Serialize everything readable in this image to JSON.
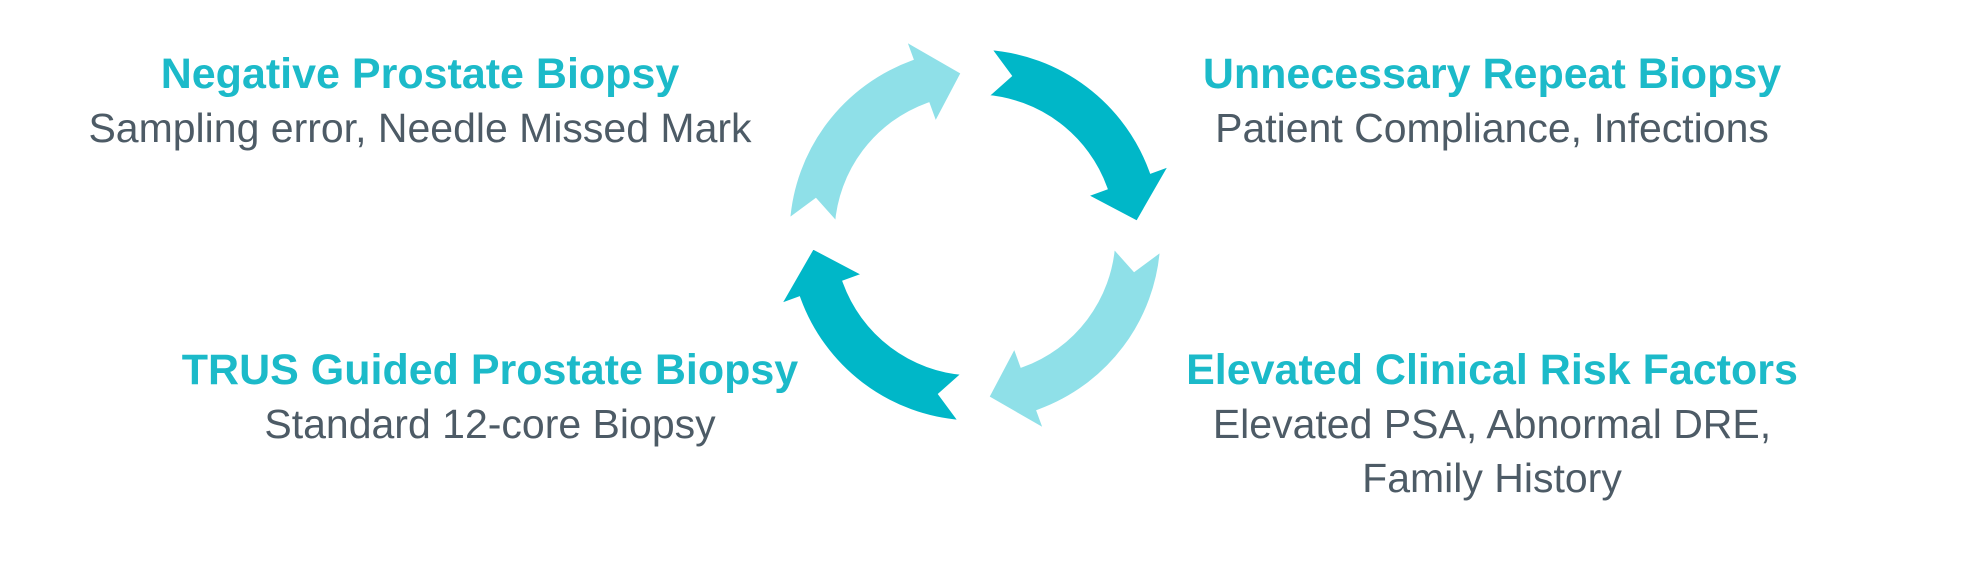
{
  "colors": {
    "title": "#1cbac9",
    "desc": "#4d5b66",
    "arrow_dark": "#00b7c8",
    "arrow_light": "#8fe0e8",
    "background": "#ffffff"
  },
  "steps": [
    {
      "title": "Negative Prostate Biopsy",
      "lines": [
        "Sampling error, Needle Missed Mark"
      ]
    },
    {
      "title": "Unnecessary Repeat Biopsy",
      "lines": [
        "Patient Compliance, Infections"
      ]
    },
    {
      "title": "Elevated Clinical Risk Factors",
      "lines": [
        "Elevated PSA, Abnormal DRE,",
        "Family History"
      ]
    },
    {
      "title": "TRUS Guided Prostate Biopsy",
      "lines": [
        "Standard 12-core Biopsy"
      ]
    }
  ],
  "cycle": {
    "arrows": [
      {
        "name": "top-right",
        "shade": "dark"
      },
      {
        "name": "bottom-right",
        "shade": "light"
      },
      {
        "name": "bottom-left",
        "shade": "dark"
      },
      {
        "name": "top-left",
        "shade": "light"
      }
    ]
  }
}
